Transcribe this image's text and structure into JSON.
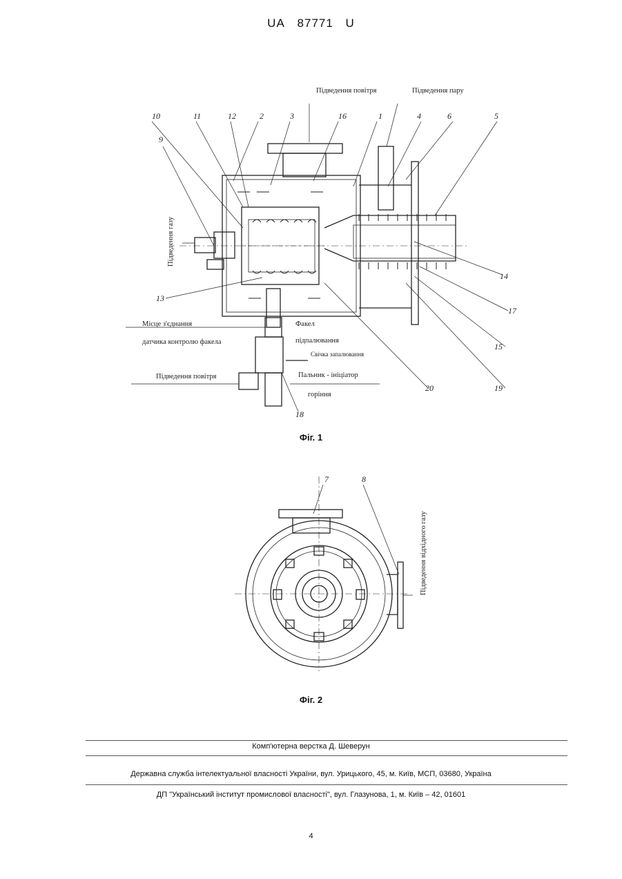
{
  "header": {
    "prefix": "UA",
    "number": "87771",
    "kind": "U"
  },
  "figure1": {
    "caption": "Фіг. 1",
    "labels": {
      "air_supply_top": "Підведення повітря",
      "steam_supply": "Підведення пару",
      "gas_supply": "Підведення газу",
      "sensor_joint": "Місце з'єднання",
      "flame_sensor": "датчика контролю факела",
      "torch": "Факел",
      "ignition": "підпалювання",
      "spark_plug": "Свічка запалювання",
      "air_supply_bottom": "Підведення повітря",
      "burner_initiator": "Пальник - ініціатор",
      "combustion": "горіння"
    },
    "numbers": [
      "10",
      "11",
      "12",
      "2",
      "3",
      "16",
      "1",
      "4",
      "6",
      "5",
      "9",
      "13",
      "14",
      "17",
      "15",
      "19",
      "20",
      "18"
    ]
  },
  "figure2": {
    "caption": "Фіг. 2",
    "labels": {
      "exhaust_gas": "Підведення відхідного газу"
    },
    "numbers": [
      "7",
      "8"
    ]
  },
  "footer": {
    "typesetting": "Комп'ютерна верстка Д. Шеверун",
    "agency": "Державна служба інтелектуальної власності України, вул. Урицького, 45, м. Київ, МСП, 03680, Україна",
    "institute": "ДП \"Український інститут промислової власності\", вул. Глазунова, 1, м. Київ – 42, 01601",
    "page": "4"
  }
}
